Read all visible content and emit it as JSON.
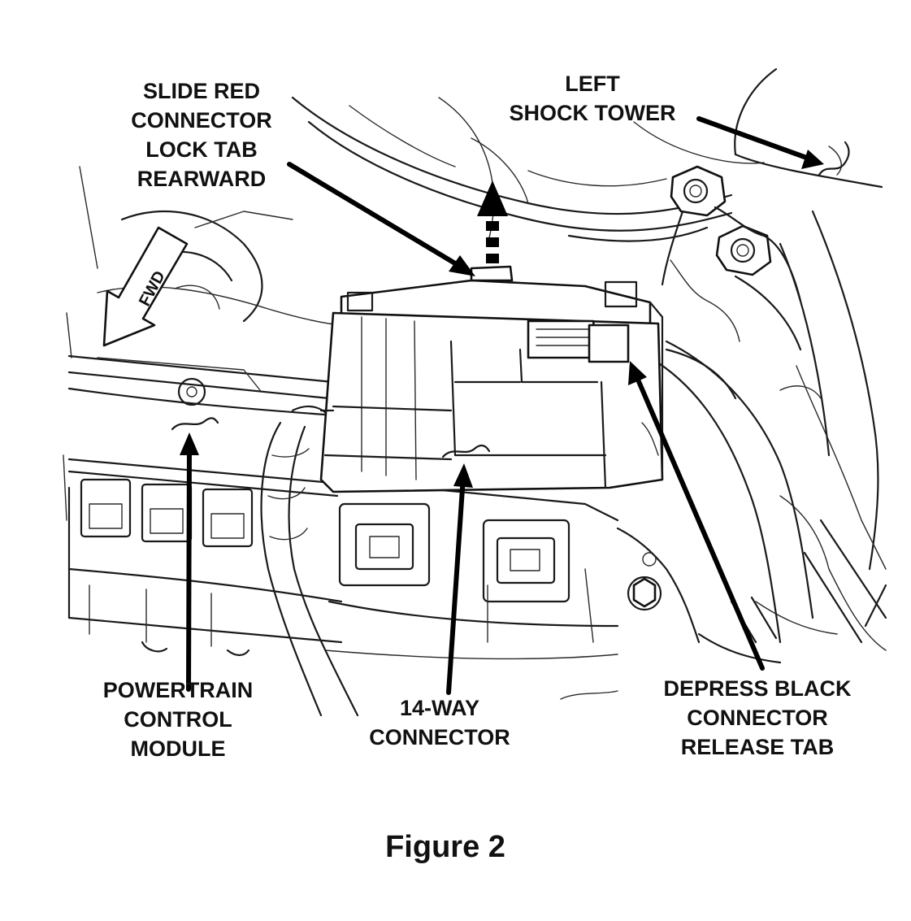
{
  "labels": {
    "slide_red": [
      "SLIDE RED",
      "CONNECTOR",
      "LOCK TAB",
      "REARWARD"
    ],
    "left_shock": [
      "LEFT",
      "SHOCK TOWER"
    ],
    "fwd": "FWD",
    "pcm": [
      "POWERTRAIN",
      "CONTROL",
      "MODULE"
    ],
    "connector14": [
      "14-WAY",
      "CONNECTOR"
    ],
    "depress_black": [
      "DEPRESS BLACK",
      "CONNECTOR",
      "RELEASE TAB"
    ]
  },
  "caption": "Figure 2"
}
